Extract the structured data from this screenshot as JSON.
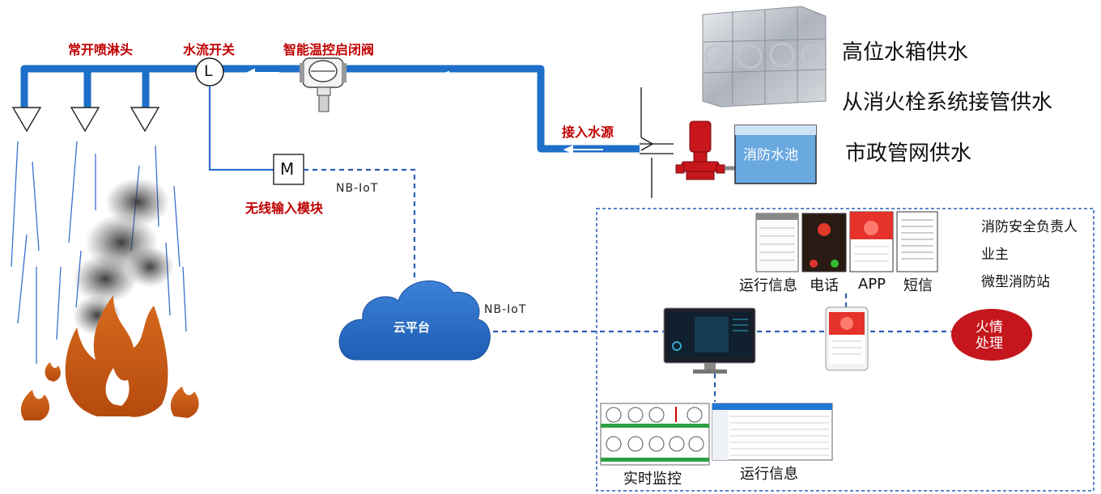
{
  "labels": {
    "sprinkler_head": "常开喷淋头",
    "flow_switch": "水流开关",
    "flow_switch_symbol": "L",
    "smart_valve": "智能温控启闭阀",
    "water_inlet": "接入水源",
    "wireless_module": "无线输入模块",
    "module_symbol": "M",
    "nbiot_top": "NB-IoT",
    "nbiot_bottom": "NB-IoT",
    "cloud": "云平台"
  },
  "water_sources": {
    "high_tank": "高位水箱供水",
    "hydrant": "从消火栓系统接管供水",
    "municipal": "市政管网供水",
    "pool_label": "消防水池"
  },
  "notify": {
    "run_info_top": "运行信息",
    "phone": "电话",
    "app": "APP",
    "sms": "短信",
    "recipients": [
      "消防安全负责人",
      "业主",
      "微型消防站"
    ],
    "fire_handling": "火情\n处理",
    "realtime_monitor": "实时监控",
    "run_info_bottom": "运行信息"
  },
  "colors": {
    "pipe": "#1e6fc9",
    "thin_pipe": "#2e6fc8",
    "accent_red": "#c00000",
    "cloud": "#2a6bc4",
    "fire": "#c85a14",
    "dashed": "#2b5fb8"
  }
}
